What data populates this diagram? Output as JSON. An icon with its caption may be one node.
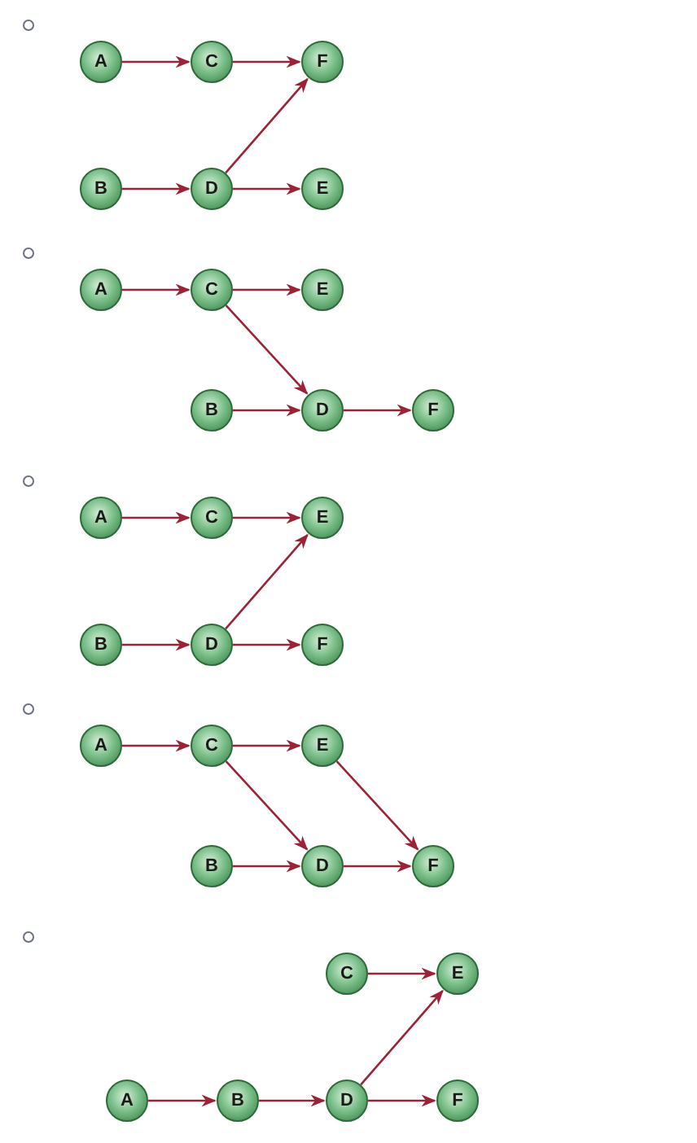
{
  "diagram": {
    "nodes": [
      {
        "text": [
          "A"
        ]
      },
      {
        "text": [
          "C"
        ]
      },
      {
        "text": [
          "F"
        ]
      },
      {
        "text": [
          "B"
        ]
      },
      {
        "text": [
          "D"
        ]
      },
      {
        "text": [
          "E"
        ]
      },
      {
        "text": [
          "A"
        ]
      },
      {
        "text": [
          "C"
        ]
      },
      {
        "text": [
          "E"
        ]
      },
      {
        "text": [
          "B"
        ]
      },
      {
        "text": [
          "D"
        ]
      },
      {
        "text": [
          "F"
        ]
      },
      {
        "text": [
          "A"
        ]
      },
      {
        "text": [
          "C"
        ]
      },
      {
        "text": [
          "E"
        ]
      },
      {
        "text": [
          "B"
        ]
      },
      {
        "text": [
          "D"
        ]
      },
      {
        "text": [
          "F"
        ]
      },
      {
        "text": [
          "A"
        ]
      },
      {
        "text": [
          "C"
        ]
      },
      {
        "text": [
          "E"
        ]
      },
      {
        "text": [
          "B"
        ]
      },
      {
        "text": [
          "D"
        ]
      },
      {
        "text": [
          "F"
        ]
      },
      {
        "text": [
          "C"
        ]
      },
      {
        "text": [
          "E"
        ]
      },
      {
        "text": [
          "A"
        ]
      },
      {
        "text": [
          "B"
        ]
      },
      {
        "text": [
          "D"
        ]
      },
      {
        "text": [
          "F"
        ]
      }
    ],
    "edges": [
      {
        "from": 0,
        "to": 1,
        "arrow": "to"
      },
      {
        "from": 1,
        "to": 2,
        "arrow": "to"
      },
      {
        "from": 3,
        "to": 4,
        "arrow": "to"
      },
      {
        "from": 4,
        "to": 2,
        "arrow": "to"
      },
      {
        "from": 4,
        "to": 5,
        "arrow": "to"
      },
      {
        "from": 6,
        "to": 7,
        "arrow": "to"
      },
      {
        "from": 7,
        "to": 8,
        "arrow": "to"
      },
      {
        "from": 7,
        "to": 10,
        "arrow": "to"
      },
      {
        "from": 9,
        "to": 10,
        "arrow": "to"
      },
      {
        "from": 10,
        "to": 11,
        "arrow": "to"
      },
      {
        "from": 12,
        "to": 13,
        "arrow": "to"
      },
      {
        "from": 13,
        "to": 14,
        "arrow": "to"
      },
      {
        "from": 15,
        "to": 16,
        "arrow": "to"
      },
      {
        "from": 16,
        "to": 14,
        "arrow": "to"
      },
      {
        "from": 16,
        "to": 17,
        "arrow": "to"
      },
      {
        "from": 18,
        "to": 19,
        "arrow": "to"
      },
      {
        "from": 19,
        "to": 20,
        "arrow": "to"
      },
      {
        "from": 19,
        "to": 22,
        "arrow": "to"
      },
      {
        "from": 20,
        "to": 23,
        "arrow": "to"
      },
      {
        "from": 21,
        "to": 22,
        "arrow": "to"
      },
      {
        "from": 22,
        "to": 23,
        "arrow": "to"
      },
      {
        "from": 24,
        "to": 25,
        "arrow": "to"
      },
      {
        "from": 26,
        "to": 27,
        "arrow": "to"
      },
      {
        "from": 27,
        "to": 28,
        "arrow": "to"
      },
      {
        "from": 28,
        "to": 25,
        "arrow": "to"
      },
      {
        "from": 28,
        "to": 29,
        "arrow": "to"
      }
    ]
  }
}
